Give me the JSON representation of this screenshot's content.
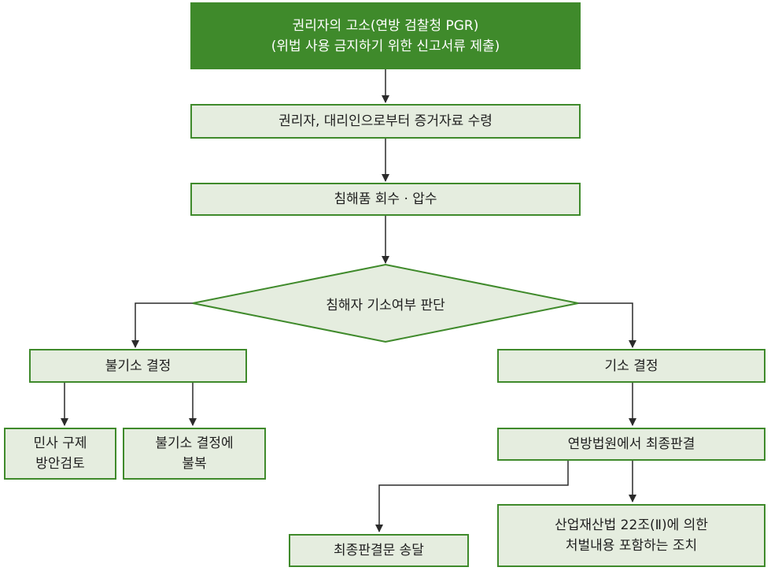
{
  "nodes": {
    "complaint": {
      "line1": "권리자의 고소(연방 검찰청 PGR)",
      "line2": "(위법 사용 금지하기 위한 신고서류 제출)"
    },
    "evidence": "권리자, 대리인으로부터 증거자료 수령",
    "seizure": "침해품 회수 · 압수",
    "decision": "침해자 기소여부 판단",
    "no_indictment": "불기소 결정",
    "indictment": "기소 결정",
    "civil_remedy": {
      "line1": "민사 구제",
      "line2": "방안검토"
    },
    "objection": {
      "line1": "불기소 결정에",
      "line2": "불복"
    },
    "final_judgment": "연방법원에서 최종판결",
    "send_judgment": "최종판결문 송달",
    "measures": {
      "line1": "산업재산법 22조(Ⅱ)에 의한",
      "line2": "처벌내용 포함하는 조치"
    }
  },
  "colors": {
    "green": "#3f8a2b",
    "light_fill": "#e5eddf",
    "arrow": "#2b2b2b"
  }
}
